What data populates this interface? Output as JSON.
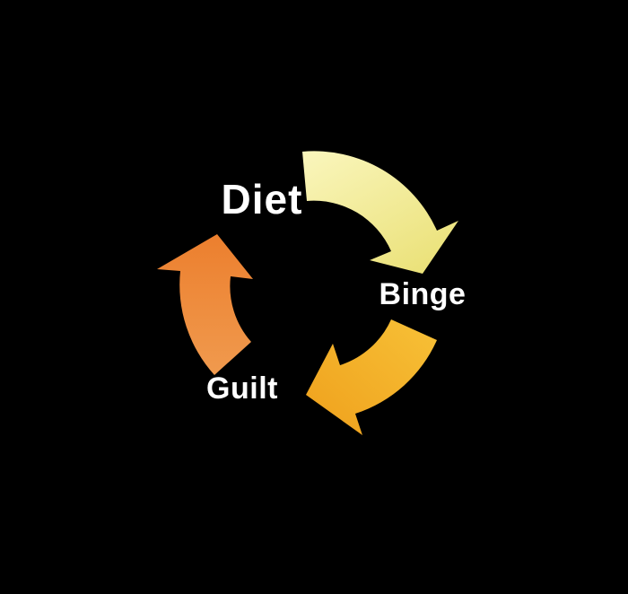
{
  "background_color": "#000000",
  "diagram": {
    "name": "diet-binge-guilt-cycle",
    "type": "cycle",
    "direction": "clockwise",
    "text_color": "#ffffff",
    "nodes": [
      {
        "id": "diet",
        "label": "Diet"
      },
      {
        "id": "binge",
        "label": "Binge"
      },
      {
        "id": "guilt",
        "label": "Guilt"
      }
    ],
    "arrows": [
      {
        "id": "diet-to-binge",
        "from": "Diet",
        "to": "Binge",
        "color_start": "#faf6bd",
        "color_end": "#ebe27b"
      },
      {
        "id": "binge-to-guilt",
        "from": "Binge",
        "to": "Guilt",
        "color_start": "#f7c137",
        "color_end": "#efa01c"
      },
      {
        "id": "guilt-to-diet",
        "from": "Guilt",
        "to": "Diet",
        "color_start": "#f09a4e",
        "color_end": "#ec7f2e"
      }
    ]
  }
}
